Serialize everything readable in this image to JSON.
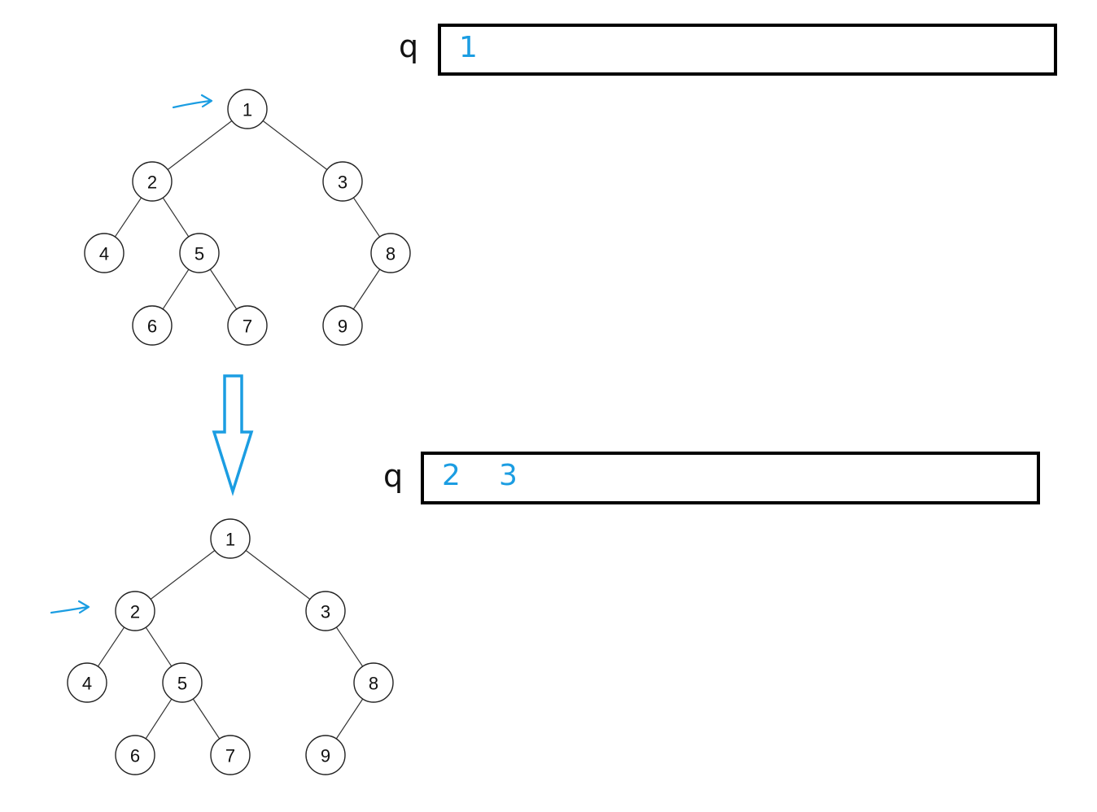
{
  "colors": {
    "accent": "#1b9de2",
    "node_stroke": "#222222",
    "edge": "#333333",
    "queue_border": "#000000"
  },
  "tree": {
    "nodes": [
      "1",
      "2",
      "3",
      "4",
      "5",
      "8",
      "6",
      "7",
      "9"
    ],
    "edges": [
      [
        "1",
        "2"
      ],
      [
        "1",
        "3"
      ],
      [
        "2",
        "4"
      ],
      [
        "2",
        "5"
      ],
      [
        "3",
        "8"
      ],
      [
        "5",
        "6"
      ],
      [
        "5",
        "7"
      ],
      [
        "8",
        "9"
      ]
    ]
  },
  "panels": [
    {
      "queue_label": "q",
      "queue_items": [
        "1"
      ],
      "pointer_at": "1"
    },
    {
      "queue_label": "q",
      "queue_items": [
        "2",
        "3"
      ],
      "pointer_at": "2"
    }
  ],
  "transition_icon": "down-arrow-icon"
}
